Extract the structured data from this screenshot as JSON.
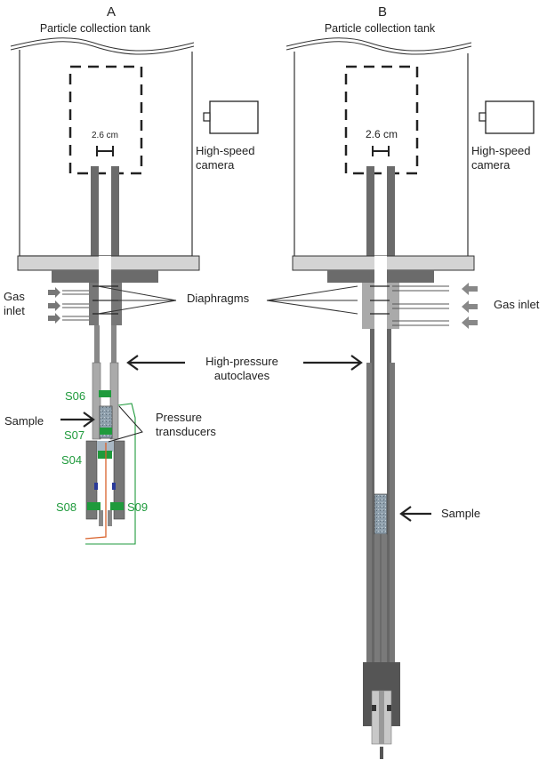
{
  "panels": [
    {
      "letter": "A",
      "tank_label": "Particle collection tank",
      "scale_label": "2.6 cm",
      "camera_label_1": "High-speed",
      "camera_label_2": "camera",
      "gas_label_1": "Gas",
      "gas_label_2": "inlet",
      "sample_label": "Sample",
      "pressure_label_1": "Pressure",
      "pressure_label_2": "transducers",
      "sensors": [
        "S06",
        "S07",
        "S04",
        "S08",
        "S09"
      ]
    },
    {
      "letter": "B",
      "tank_label": "Particle collection tank",
      "scale_label": "2.6 cm",
      "camera_label_1": "High-speed",
      "camera_label_2": "camera",
      "gas_label": "Gas inlet",
      "sample_label": "Sample"
    }
  ],
  "shared": {
    "diaphragms_label": "Diaphragms",
    "autoclaves_label_1": "High-pressure",
    "autoclaves_label_2": "autoclaves"
  },
  "colors": {
    "sensor_green": "#1f9a3c",
    "dark_steel": "#5f5f5f",
    "light_steel": "#c8c8c8",
    "sample": "#8a9aa8",
    "wire_orange": "#d9622b"
  }
}
